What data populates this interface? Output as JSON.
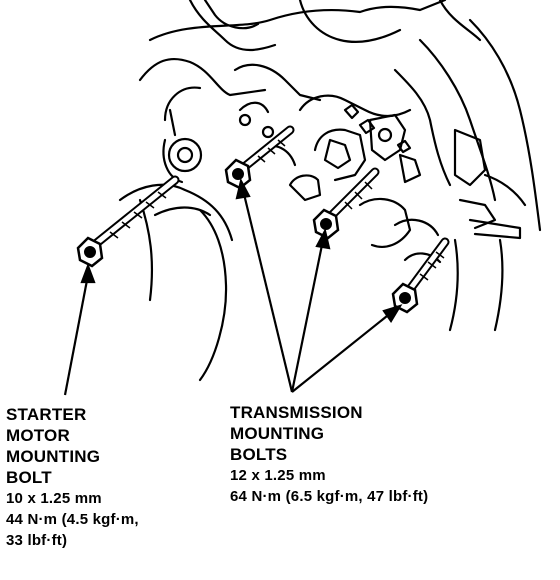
{
  "callouts": {
    "starter": {
      "lines": [
        "STARTER",
        "MOTOR",
        "MOUNTING",
        "BOLT"
      ],
      "spec_lines": [
        "10 x 1.25 mm",
        "44 N·m (4.5 kgf·m,",
        "33 lbf·ft)"
      ]
    },
    "transmission": {
      "lines": [
        "TRANSMISSION",
        "MOUNTING",
        "BOLTS"
      ],
      "spec_lines": [
        "12 x 1.25 mm",
        "64 N·m (6.5 kgf·m, 47 lbf·ft)"
      ]
    }
  }
}
